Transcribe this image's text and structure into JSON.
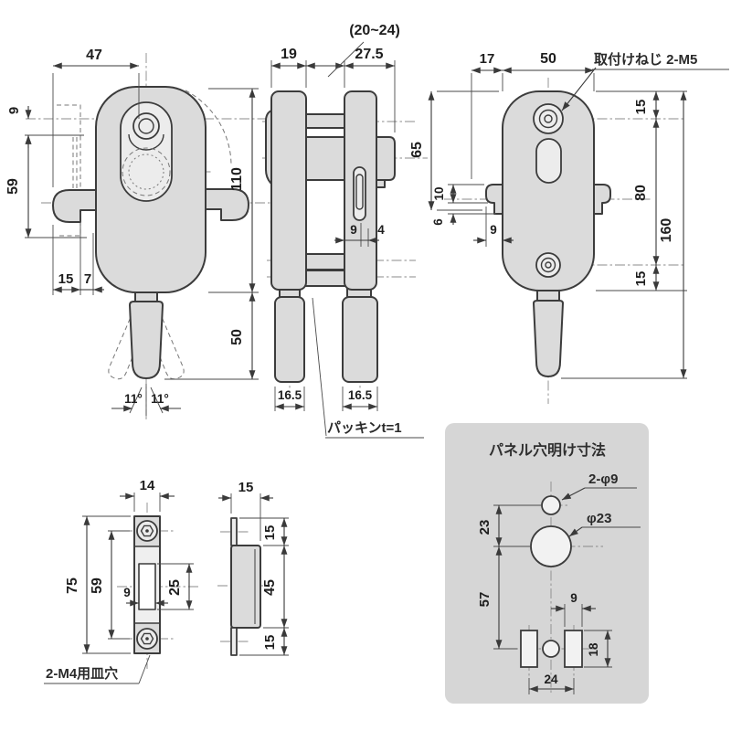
{
  "drawing": {
    "front_view": {
      "dim_top_width": "47",
      "dim_offset": "9",
      "dim_latch_span": "59",
      "dim_body_height": "110",
      "dim_latch_depth": "15",
      "dim_latch_lip": "7",
      "dim_lever_length": "50",
      "angle_left": "11°",
      "angle_right": "11°"
    },
    "side_view": {
      "dim_front_depth": "19",
      "dim_panel_thickness": "(20~24)",
      "dim_back_depth": "27.5",
      "dim_slot_offset": "9",
      "dim_slot_width": "4",
      "dim_foot_front": "16.5",
      "dim_foot_back": "16.5",
      "label_packing": "パッキンt=1"
    },
    "back_view": {
      "dim_left_offset": "17",
      "dim_body_width": "50",
      "label_mounting_screw": "取付けねじ 2-M5",
      "dim_latch_center": "65",
      "dim_latch_upper": "10",
      "dim_latch_lower": "6",
      "dim_latch_depth": "9",
      "dim_screw_top": "15",
      "dim_screw_span": "80",
      "dim_total_height": "160",
      "dim_screw_bottom": "15"
    },
    "strike_front_view": {
      "dim_width": "14",
      "dim_height": "75",
      "dim_hole_span": "59",
      "dim_slot_width": "9",
      "dim_slot_height": "25",
      "label_countersunk": "2-M4用皿穴"
    },
    "strike_side_view": {
      "dim_depth": "15",
      "dim_top": "15",
      "dim_middle": "45",
      "dim_bottom": "15"
    },
    "panel_view": {
      "title": "パネル穴明け寸法",
      "label_small_holes": "2-φ9",
      "label_large_hole": "φ23",
      "dim_hole_gap": "23",
      "dim_lower_span": "57",
      "dim_rect_width": "9",
      "dim_rect_height": "18",
      "dim_rect_span": "24"
    }
  },
  "colors": {
    "background": "#ffffff",
    "line": "#3c3c3c",
    "part_fill": "#dbdbdb",
    "panel_background": "#d6d6d6"
  }
}
